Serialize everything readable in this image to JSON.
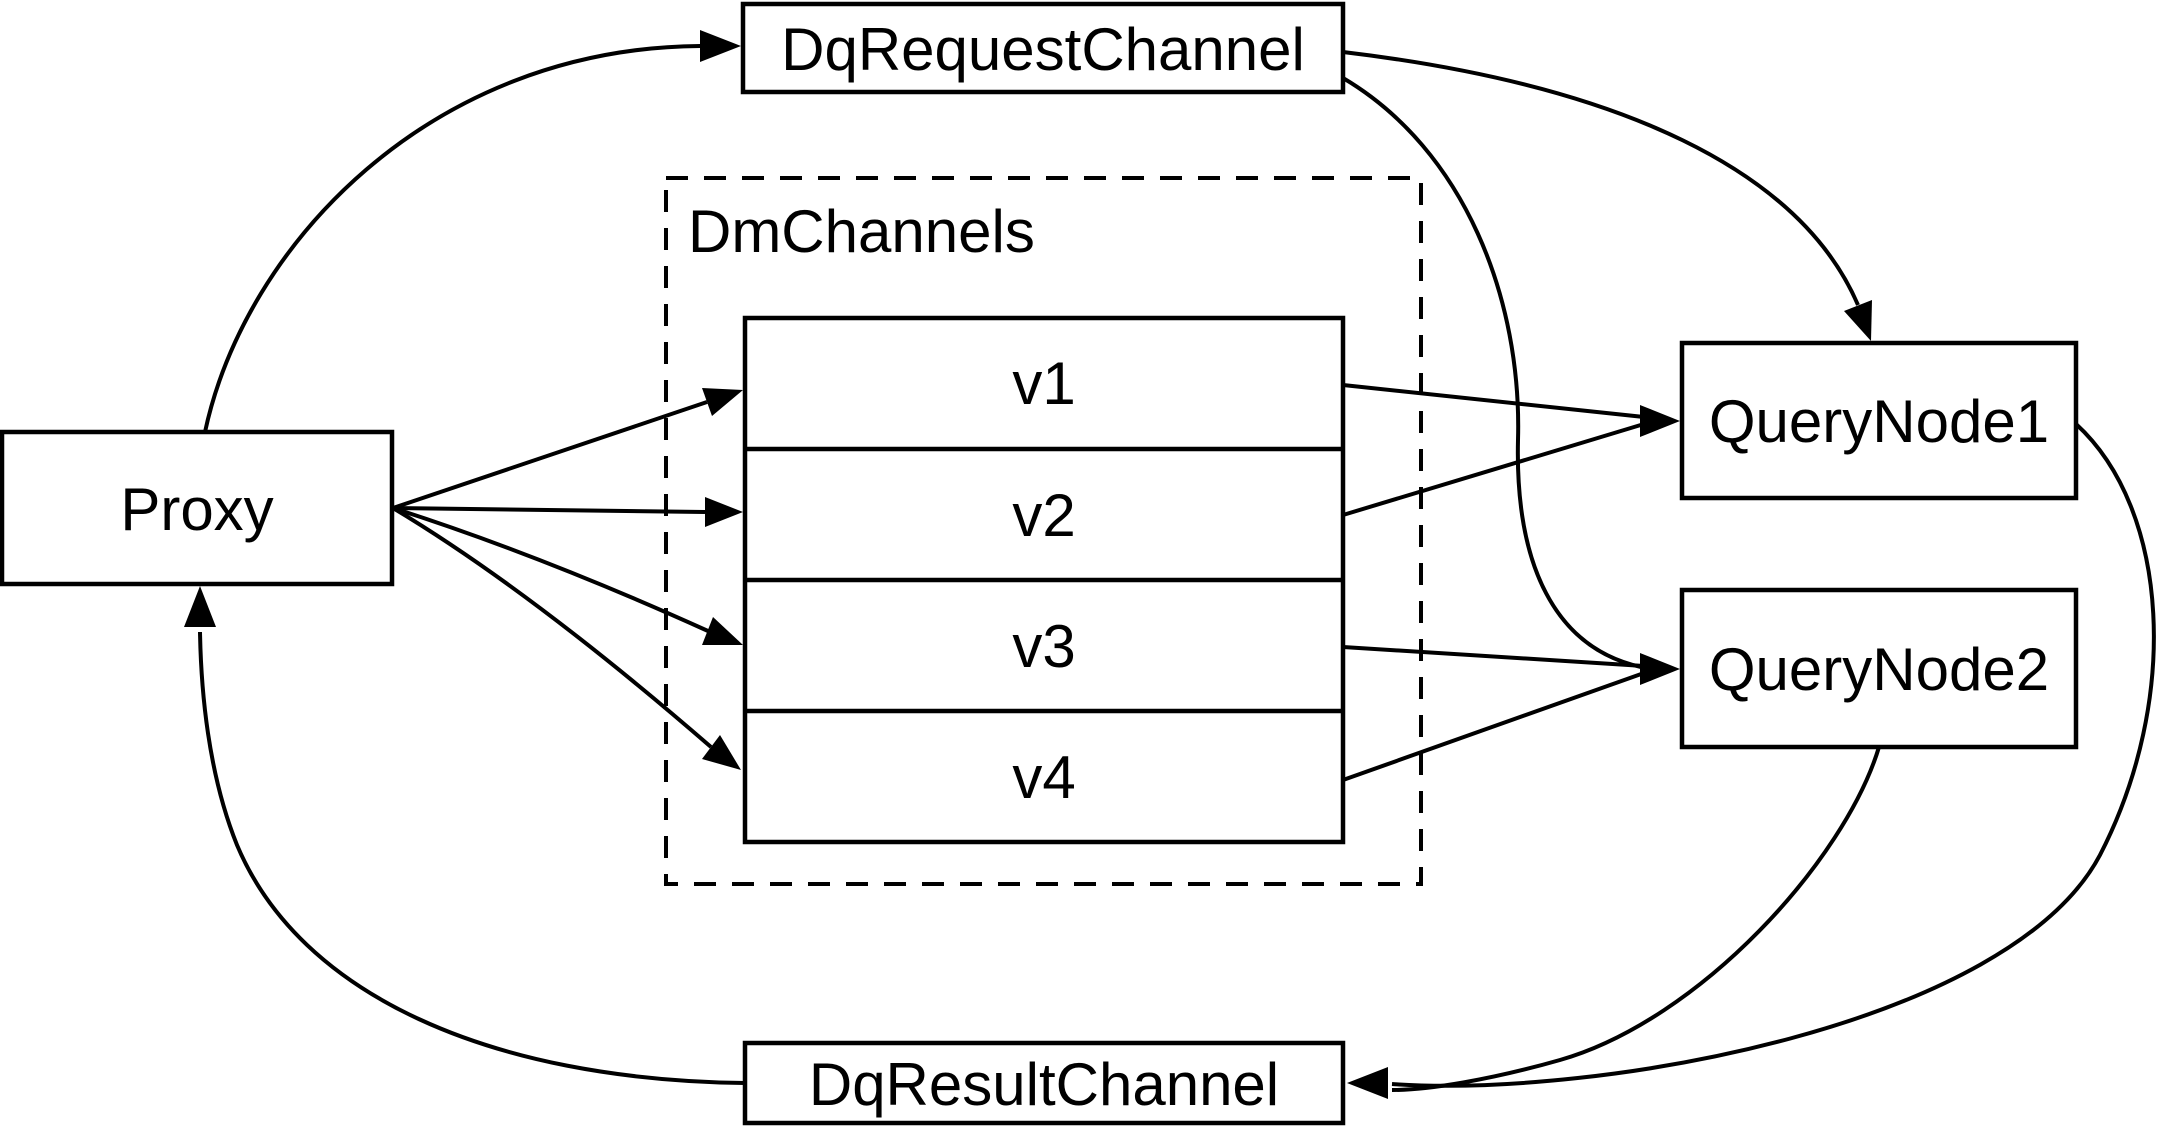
{
  "diagram": {
    "background_color": "#ffffff",
    "line_color": "#000000",
    "nodes": {
      "proxy": {
        "label": "Proxy"
      },
      "dq_request_channel": {
        "label": "DqRequestChannel"
      },
      "dm_channels": {
        "label": "DmChannels",
        "channels": [
          "v1",
          "v2",
          "v3",
          "v4"
        ]
      },
      "query_node_1": {
        "label": "QueryNode1"
      },
      "query_node_2": {
        "label": "QueryNode2"
      },
      "dq_result_channel": {
        "label": "DqResultChannel"
      }
    },
    "edges": [
      {
        "from": "Proxy",
        "to": "DqRequestChannel"
      },
      {
        "from": "Proxy",
        "to": "v1"
      },
      {
        "from": "Proxy",
        "to": "v2"
      },
      {
        "from": "Proxy",
        "to": "v3"
      },
      {
        "from": "Proxy",
        "to": "v4"
      },
      {
        "from": "DqRequestChannel",
        "to": "QueryNode1"
      },
      {
        "from": "DqRequestChannel",
        "to": "QueryNode2"
      },
      {
        "from": "v1",
        "to": "QueryNode1"
      },
      {
        "from": "v2",
        "to": "QueryNode1"
      },
      {
        "from": "v3",
        "to": "QueryNode2"
      },
      {
        "from": "v4",
        "to": "QueryNode2"
      },
      {
        "from": "QueryNode1",
        "to": "DqResultChannel"
      },
      {
        "from": "QueryNode2",
        "to": "DqResultChannel"
      },
      {
        "from": "DqResultChannel",
        "to": "Proxy"
      }
    ]
  }
}
